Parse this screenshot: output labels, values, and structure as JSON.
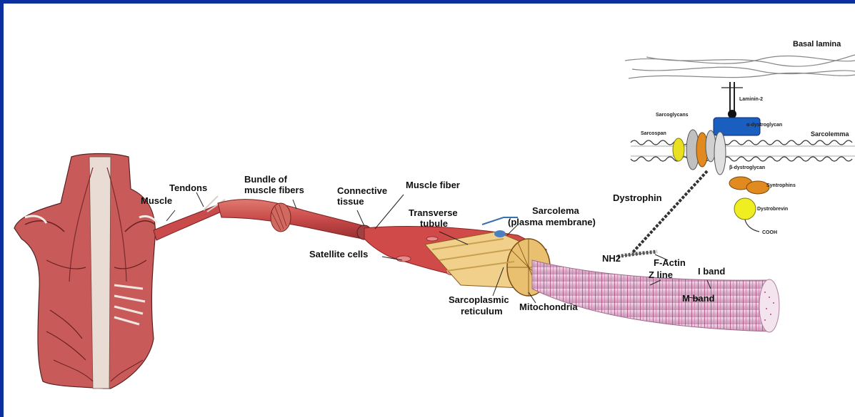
{
  "labels": {
    "basal_lamina": "Basal lamina",
    "laminin": "Laminin-2",
    "sarcoglycans": "Sarcoglycans",
    "sarcospan": "Sarcospan",
    "alpha_dystroglycan": "α-dystroglycan",
    "sarcolemma": "Sarcolemma",
    "beta_dystroglycan": "β-dystroglycan",
    "syntrophins": "Syntrophins",
    "dystrobrevin": "Dystrobrevin",
    "cooh": "COOH",
    "dystrophin": "Dystrophin",
    "nh2": "NH2",
    "f_actin": "F-Actin",
    "z_line": "Z line",
    "i_band": "I band",
    "m_band": "M band",
    "tendons": "Tendons",
    "muscle": "Muscle",
    "bundle_line1": "Bundle of",
    "bundle_line2": "muscle fibers",
    "connective_line1": "Connective",
    "connective_line2": "tissue",
    "muscle_fiber": "Muscle fiber",
    "transverse_line1": "Transverse",
    "transverse_line2": "tubule",
    "sarcolema_line1": "Sarcolema",
    "sarcolema_line2": "(plasma membrane)",
    "satellite_cells": "Satellite cells",
    "sarcoplasmic_line1": "Sarcoplasmic",
    "sarcoplasmic_line2": "reticulum",
    "mitochondria": "Mitochondria"
  },
  "colors": {
    "border": "#0a2fa0",
    "muscle_red": "#c84a4a",
    "muscle_dark": "#8a2a2a",
    "tendon": "#e8e0d8",
    "myofibril": "#e8c8dc",
    "sarcoglycan_orange": "#e08a20",
    "dystroglycan_blue": "#1a5fc0",
    "sarcospan_yellow": "#e8e020"
  }
}
